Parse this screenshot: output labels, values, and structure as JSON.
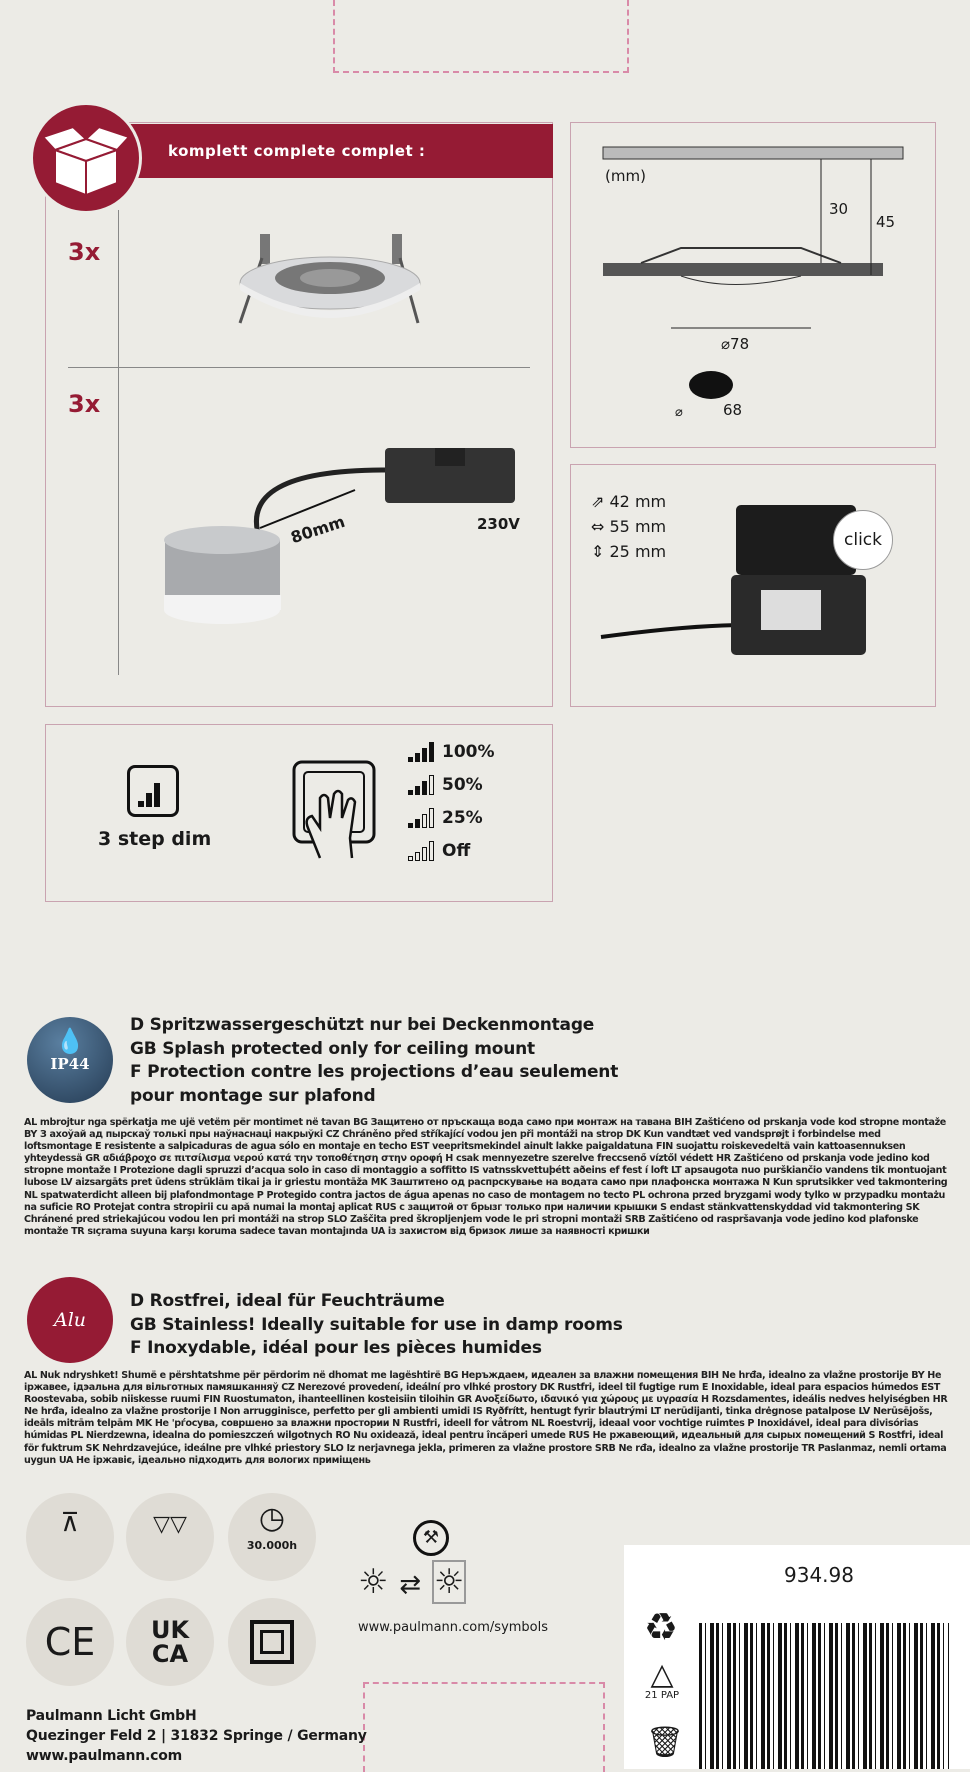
{
  "included": {
    "header": "komplett  complete  complet :",
    "item1_qty": "3x",
    "item2_qty": "3x",
    "cable_length": "80mm",
    "voltage": "230V"
  },
  "dimensions": {
    "unit": "(mm)",
    "height_inner": "30",
    "height_total": "45",
    "diameter": "⌀78",
    "cutout": "68",
    "cutout_prefix": "⌀"
  },
  "driver": {
    "dim1": "42 mm",
    "dim2": "55 mm",
    "dim3": "25 mm",
    "click_label": "click"
  },
  "dimming": {
    "label": "3 step dim",
    "levels": [
      {
        "label": "100%",
        "bars": 4
      },
      {
        "label": "50%",
        "bars": 3
      },
      {
        "label": "25%",
        "bars": 2
      },
      {
        "label": "Off",
        "bars": 0
      }
    ]
  },
  "ip44": {
    "badge": "IP44",
    "lines": [
      {
        "code": "D",
        "text": "Spritzwassergeschützt nur bei Deckenmontage"
      },
      {
        "code": "GB",
        "text": "Splash protected only for ceiling mount"
      },
      {
        "code": "F",
        "text": "Protection contre les projections d’eau seulement"
      },
      {
        "code": "",
        "text": "pour montage sur plafond"
      }
    ],
    "translations": "AL mbrojtur nga spërkatja me ujë vetëm për montimet në tavan BG Защитено от пръскаща вода само при монтаж на тавана BIH Zaštićeno od prskanja vode kod stropne montaže BY З ахоўай ад пырскаў толькі пры наўнаснаці накрыўкі CZ Chráněno před stříkající vodou jen při montáži na strop DK Kun vandtæt ved vandsprøjt i forbindelse med loftsmontage E resistente a salpicaduras de agua sólo en montaje en techo EST veepritsmekindel ainult lakke paigaldatuna FIN suojattu roiskevedeltä vain kattoasennuksen yhteydessä GR αδιάβροχο σε πιτσίλισμα νερού κατά την τοποθέτηση στην οροφή H csak mennyezetre szerelve freccsenő víztől védett HR Zaštićeno od prskanja vode jedino kod stropne montaže I Protezione dagli spruzzi d’acqua solo in caso di montaggio a soffitto IS vatnsskvettuþétt aðeins ef fest í loft LT apsaugota nuo purškiančio vandens tik montuojant lubose LV aizsargāts pret ūdens strūklām tikai ja ir griestu montāža MK Заштитено од распрскување на водата само при плафонска монтажа N Kun sprutsikker ved takmontering NL spatwaterdicht alleen bij plafondmontage P Protegido contra jactos de água apenas no caso de montagem no tecto PL ochrona przed bryzgami wody tylko w przypadku montażu na suficie RO Protejat contra stropirii cu apă numai la montaj aplicat RUS с защитой от брызг только при наличии крышки S endast stänkvattenskyddad vid takmontering SK Chránené pred striekajúcou vodou len pri montáži na strop SLO Zaščita pred škropljenjem vode le pri stropni montaži SRB Zaštićeno od raspršavanja vode jedino kod plafonske montaže TR sıçrama suyuna karşı koruma sadece tavan montajında UA із захистом від бризок лише за наявності кришки"
  },
  "alu": {
    "badge": "Alu",
    "lines": [
      {
        "code": "D",
        "text": "Rostfrei, ideal für Feuchträume"
      },
      {
        "code": "GB",
        "text": "Stainless! Ideally suitable for use in damp rooms"
      },
      {
        "code": "F",
        "text": "Inoxydable, idéal pour les pièces humides"
      }
    ],
    "translations": "AL Nuk ndryshket! Shumë e përshtatshme për përdorim në dhomat me lagështirë BG Неръждаем, идеален за влажни помещения BIH Ne hrđa, idealno za vlažne prostorije BY Не іржавее, ідэальна для вільготных памяшканняў CZ Nerezové provedení, ideální pro vlhké prostory DK Rustfri, ideel til fugtige rum E Inoxidable, ideal para espacios húmedos EST Roostevaba, sobib niiskesse ruumi FIN Ruostumaton, ihanteellinen kosteisiin tiloihin GR Ανοξείδωτο, ιδανικό για χώρους με υγρασία H Rozsdamentes, ideális nedves helyiségben HR Ne hrđa, idealno za vlažne prostorije I Non arrugginisce, perfetto per gli ambienti umidi IS Ryðfrítt, hentugt fyrir blautrými LT nerūdijanti, tinka drėgnose patalpose LV Nerūsējošs, ideāls mitrām telpām MK Не 'рѓосува, совршено за влажни простории N Rustfri, ideell for våtrom NL Roestvrij, ideaal voor vochtige ruimtes P Inoxidável, ideal para divisórias húmidas PL Nierdzewna, idealna do pomieszczeń wilgotnych RO Nu oxidează, ideal pentru încăperi umede RUS Не ржавеющий, идеальный для сырых помещений S Rostfri, ideal för fuktrum SK Nehrdzavejúce, ideálne pre vlhké priestory SLO Iz nerjavnega jekla, primeren za vlažne prostore SRB Ne rđa, idealno za vlažne prostorije TR Paslanmaz, nemli ortama uygun UA Не іржавіє, ідеально підходить для вологих приміщень"
  },
  "symbols": {
    "lifetime": "30.000h",
    "ce": "CE",
    "ukca_top": "UK",
    "ukca_bottom": "CA",
    "url": "www.paulmann.com/symbols"
  },
  "label": {
    "article": "934.98",
    "pap": "21",
    "pap_sub": "PAP"
  },
  "company": {
    "name": "Paulmann Licht GmbH",
    "address": "Quezinger Feld 2 | 31832 Springe / Germany",
    "web": "www.paulmann.com"
  },
  "colors": {
    "brand": "#951b34",
    "background": "#ecebe6"
  }
}
